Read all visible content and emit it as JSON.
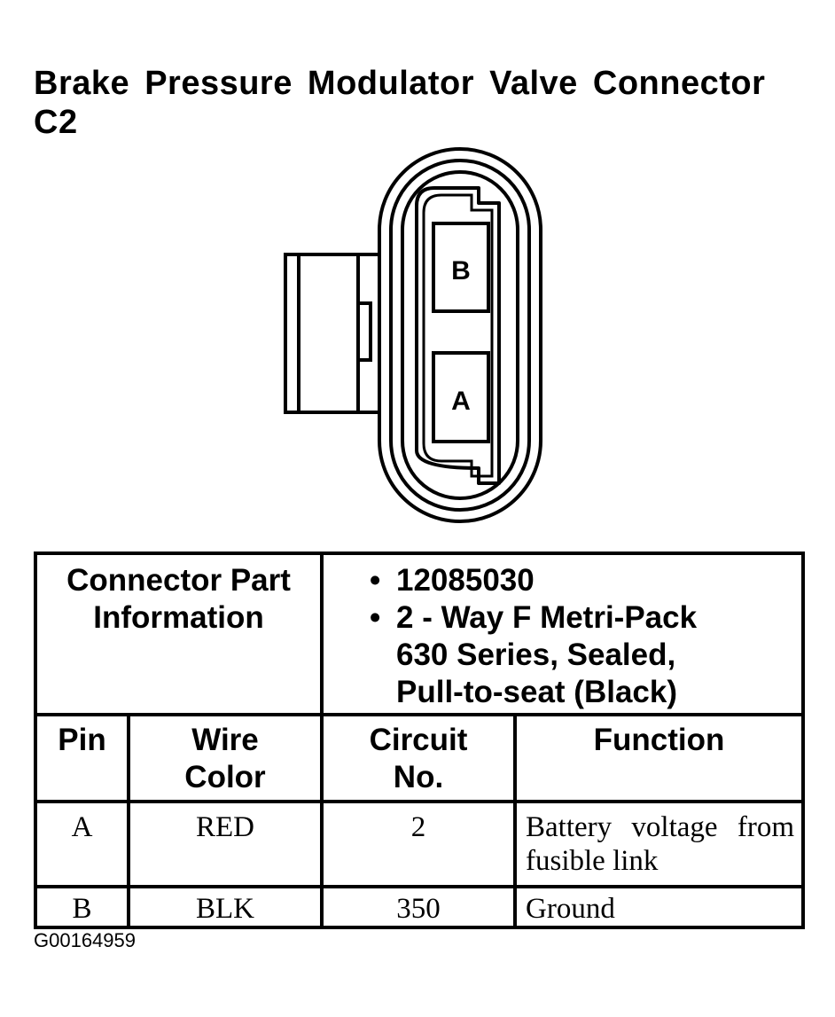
{
  "title": {
    "line1": "Brake Pressure Modulator Valve Connector",
    "line2": "C2"
  },
  "connector": {
    "pin_upper": "B",
    "pin_lower": "A"
  },
  "part_info": {
    "label_line1": "Connector Part",
    "label_line2": "Information",
    "bullet": "•",
    "part_number": "12085030",
    "desc_line1": "2 - Way F Metri-Pack",
    "desc_line2": "630 Series, Sealed,",
    "desc_line3": "Pull-to-seat (Black)"
  },
  "table": {
    "headers": {
      "pin": "Pin",
      "wire_line1": "Wire",
      "wire_line2": "Color",
      "circuit_line1": "Circuit",
      "circuit_line2": "No.",
      "function": "Function"
    },
    "rows": [
      {
        "pin": "A",
        "wire_color": "RED",
        "circuit": "2",
        "function_line1": "Battery voltage from",
        "function_line2": "fusible link"
      },
      {
        "pin": "B",
        "wire_color": "BLK",
        "circuit": "350",
        "function_line1": "Ground"
      }
    ]
  },
  "figure_id": "G00164959"
}
